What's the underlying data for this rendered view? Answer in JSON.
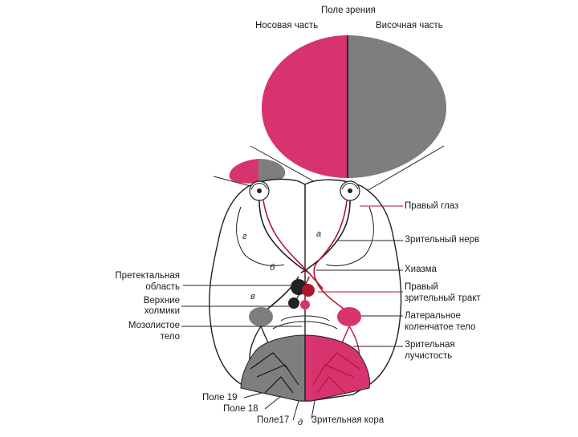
{
  "visual_field": {
    "title": "Поле зрения",
    "nasal": "Носовая часть",
    "temporal": "Височная часть"
  },
  "labels_right": [
    "Правый глаз",
    "Зрительный нерв",
    "Хиазма",
    "Правый",
    "зрительный тракт",
    "Латеральное",
    "коленчатое тело",
    "Зрительная",
    "лучистость"
  ],
  "labels_left": [
    "Претектальная",
    "область",
    "Верхние",
    "холмики",
    "Мозолистое",
    "тело"
  ],
  "labels_bottom": {
    "field19": "Поле 19",
    "field18": "Поле 18",
    "field17": "Поле17",
    "visual_cortex": "Зрительная  кора"
  },
  "letters": {
    "a": "а",
    "b": "б",
    "v": "в",
    "g": "г",
    "d": "д"
  },
  "colors": {
    "pink": "#d6336f",
    "gray": "#7e7e7e",
    "outline": "#222222",
    "pathway": "#b0152f"
  }
}
